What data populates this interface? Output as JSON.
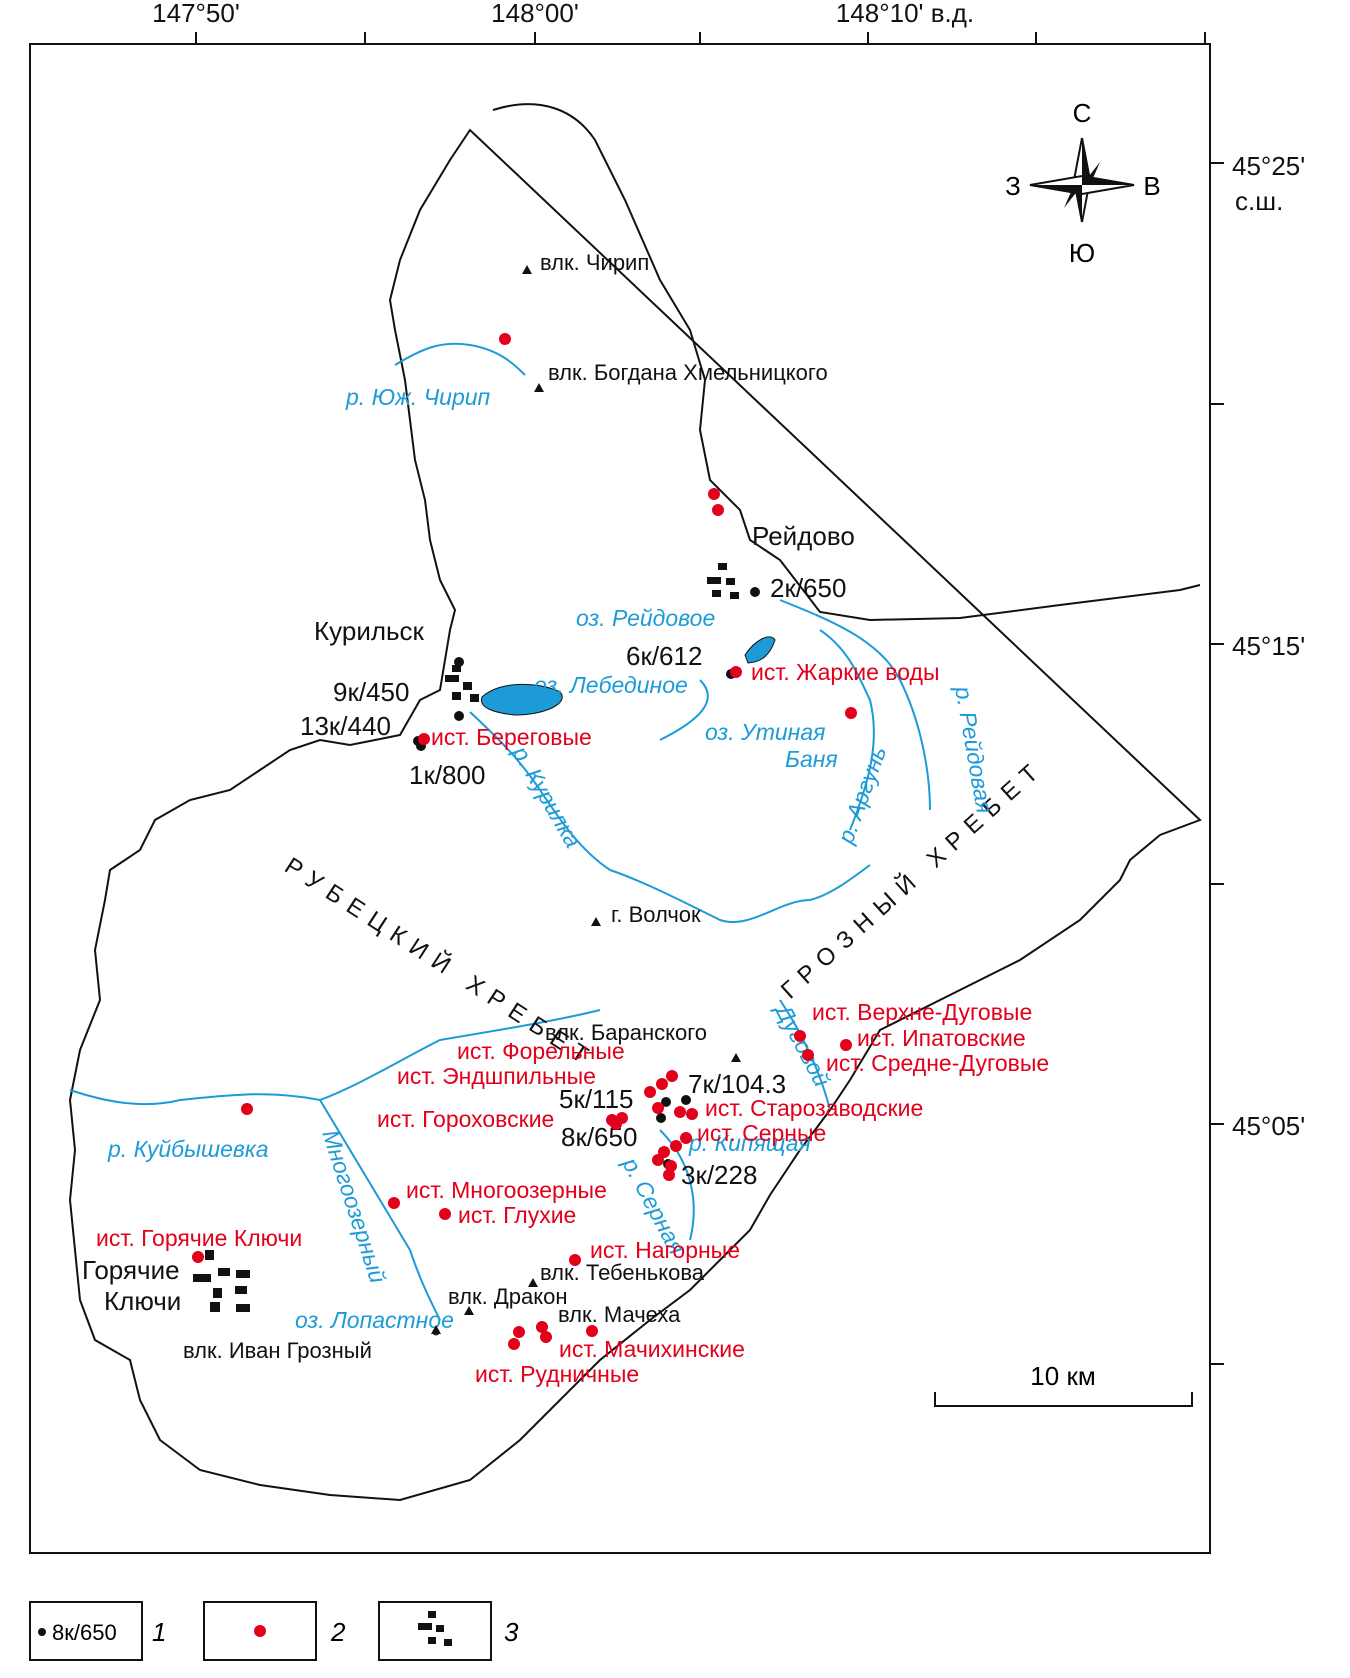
{
  "coords": {
    "lon_top": [
      "147°50'",
      "148°00'",
      "148°10' в.д."
    ],
    "lat_right": [
      "45°25'",
      "с.ш.",
      "45°15'",
      "45°05'"
    ]
  },
  "compass": {
    "n": "С",
    "s": "Ю",
    "w": "З",
    "e": "В"
  },
  "scale_bar": {
    "label": "10 км"
  },
  "settlements": {
    "kurilsk": "Курильск",
    "reydovo": "Рейдово",
    "goryachie_1": "Горячие",
    "goryachie_2": "Ключи"
  },
  "volcanoes": {
    "chirip": "влк. Чирип",
    "khmelnitsky": "влк. Богдана Хмельницкого",
    "volchok": "г. Волчок",
    "baransky": "влк. Баранского",
    "tebenkov": "влк. Тебенькова",
    "drakon": "влк. Дракон",
    "machekha": "влк. Мачеха",
    "ivan": "влк. Иван Грозный"
  },
  "wells": {
    "w2k": "2к/650",
    "w6k": "6к/612",
    "w9k": "9к/450",
    "w13k": "13к/440",
    "w1k": "1к/800",
    "w7k": "7к/104.3",
    "w5k": "5к/115",
    "w8k": "8к/650",
    "w3k": "3к/228"
  },
  "springs": {
    "zharkie": "ист. Жаркие воды",
    "beregovye": "ист. Береговые",
    "verkhne": "ист. Верхне-Дуговые",
    "ipatov": "ист. Ипатовские",
    "sredne": "ист. Средне-Дуговые",
    "forel": "ист. Форельные",
    "endsh": "ист. Эндшпильные",
    "starozav": "ист. Старозаводские",
    "gorokh": "ист. Гороховские",
    "sernye": "ист. Серные",
    "mnogo": "ист. Многоозерные",
    "glukhie": "ист. Глухие",
    "gor_kl": "ист. Горячие Ключи",
    "nagornye": "ист. Нагорные",
    "machikh": "ист. Мачихинские",
    "rudnich": "ист. Рудничные"
  },
  "water": {
    "yuzh_chirip": "р. Юж. Чирип",
    "reydovoe": "оз. Рейдовое",
    "lebedinoe": "оз. Лебединое",
    "utinaya_1": "оз. Утиная",
    "utinaya_2": "Баня",
    "argun": "р. Аргунь",
    "reydovaya": "р. Рейдовая",
    "kurilka": "р. Курилка",
    "kuybyshevka": "р. Куйбышевка",
    "mnogoozerny": "Многоозерный",
    "dugovoy": "Дуговой",
    "kipyaschaya": "р. Кипящая",
    "sernaya": "р. Серная",
    "lopastnoe": "оз. Лопастное"
  },
  "ridges": {
    "grozny": "ГРОЗНЫЙ ХРЕБЕТ",
    "rubetsky": "РУБЕЦКИЙ ХРЕБЕТ"
  },
  "legend": {
    "sample_label": "8к/650",
    "n1": "1",
    "n2": "2",
    "n3": "3"
  },
  "colors": {
    "water": "#1d9bd7",
    "spring": "#e3001b",
    "ink": "#111111"
  }
}
